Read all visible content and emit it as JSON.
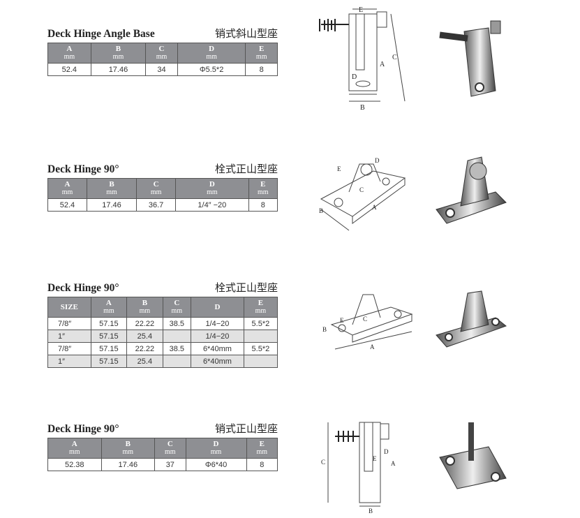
{
  "products": [
    {
      "title": "Deck Hinge Angle Base",
      "title_cn": "销式斜山型座",
      "columns": [
        {
          "label": "A",
          "unit": "mm"
        },
        {
          "label": "B",
          "unit": "mm"
        },
        {
          "label": "C",
          "unit": "mm"
        },
        {
          "label": "D",
          "unit": "mm"
        },
        {
          "label": "E",
          "unit": "mm"
        }
      ],
      "rows": [
        [
          "52.4",
          "17.46",
          "34",
          "Φ5.5*2",
          "8"
        ]
      ],
      "drawing_labels": [
        "E",
        "C",
        "A",
        "D",
        "B"
      ]
    },
    {
      "title": "Deck Hinge 90°",
      "title_cn": "栓式正山型座",
      "columns": [
        {
          "label": "A",
          "unit": "mm"
        },
        {
          "label": "B",
          "unit": "mm"
        },
        {
          "label": "C",
          "unit": "mm"
        },
        {
          "label": "D",
          "unit": "mm"
        },
        {
          "label": "E",
          "unit": "mm"
        }
      ],
      "rows": [
        [
          "52.4",
          "17.46",
          "36.7",
          "1/4″  −20",
          "8"
        ]
      ],
      "drawing_labels": [
        "E",
        "D",
        "C",
        "B",
        "A"
      ]
    },
    {
      "title": "Deck Hinge 90°",
      "title_cn": "栓式正山型座",
      "columns": [
        {
          "label": "SIZE",
          "unit": ""
        },
        {
          "label": "A",
          "unit": "mm"
        },
        {
          "label": "B",
          "unit": "mm"
        },
        {
          "label": "C",
          "unit": "mm"
        },
        {
          "label": "D",
          "unit": ""
        },
        {
          "label": "E",
          "unit": "mm"
        }
      ],
      "rows": [
        [
          "7/8″",
          "57.15",
          "22.22",
          "38.5",
          "1/4−20",
          "5.5*2"
        ],
        [
          "1″",
          "57.15",
          "25.4",
          "",
          "1/4−20",
          ""
        ],
        [
          "7/8″",
          "57.15",
          "22.22",
          "38.5",
          "6*40mm",
          "5.5*2"
        ],
        [
          "1″",
          "57.15",
          "25.4",
          "",
          "6*40mm",
          ""
        ]
      ],
      "drawing_labels": [
        "B",
        "E",
        "C",
        "A"
      ]
    },
    {
      "title": "Deck Hinge 90°",
      "title_cn": "销式正山型座",
      "columns": [
        {
          "label": "A",
          "unit": "mm"
        },
        {
          "label": "B",
          "unit": "mm"
        },
        {
          "label": "C",
          "unit": "mm"
        },
        {
          "label": "D",
          "unit": "mm"
        },
        {
          "label": "E",
          "unit": "mm"
        }
      ],
      "rows": [
        [
          "52.38",
          "17.46",
          "37",
          "Φ6*40",
          "8"
        ]
      ],
      "drawing_labels": [
        "C",
        "E",
        "D",
        "A",
        "B"
      ]
    }
  ]
}
